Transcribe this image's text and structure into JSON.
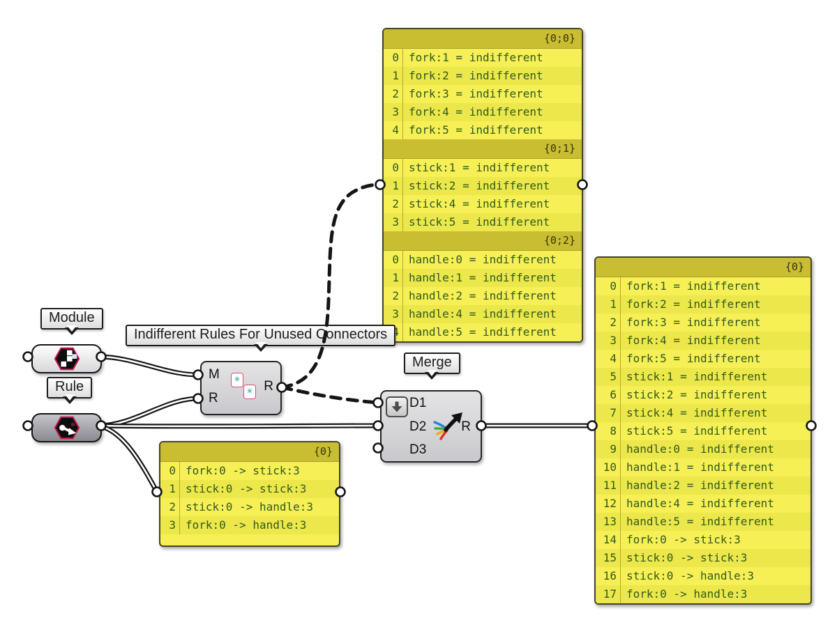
{
  "tooltips": {
    "module": "Module",
    "rule": "Rule",
    "merge": "Merge",
    "indifferent_rules": "Indifferent Rules For Unused Connectors"
  },
  "ports": {
    "indifferent_rules": {
      "inputs": [
        "M",
        "R"
      ],
      "output": "R"
    },
    "merge": {
      "inputs": [
        "D1",
        "D2",
        "D3"
      ],
      "output": "R"
    }
  },
  "icons": {
    "module": "module-hexagon-icon",
    "rule": "rule-hexagon-icon",
    "indifferent_rules": "wassily-rule-icons",
    "merge": "merge-streams-icon",
    "principal": "principal-down-arrow-icon",
    "mini_glyph": "✳"
  },
  "panels": {
    "top": {
      "sections": [
        {
          "path": "{0;0}",
          "rows": [
            "fork:1 = indifferent",
            "fork:2 = indifferent",
            "fork:3 = indifferent",
            "fork:4 = indifferent",
            "fork:5 = indifferent"
          ]
        },
        {
          "path": "{0;1}",
          "rows": [
            "stick:1 = indifferent",
            "stick:2 = indifferent",
            "stick:4 = indifferent",
            "stick:5 = indifferent"
          ]
        },
        {
          "path": "{0;2}",
          "rows": [
            "handle:0 = indifferent",
            "handle:1 = indifferent",
            "handle:2 = indifferent",
            "handle:4 = indifferent",
            "handle:5 = indifferent"
          ]
        }
      ]
    },
    "right": {
      "path": "{0}",
      "rows": [
        "fork:1 = indifferent",
        "fork:2 = indifferent",
        "fork:3 = indifferent",
        "fork:4 = indifferent",
        "fork:5 = indifferent",
        "stick:1 = indifferent",
        "stick:2 = indifferent",
        "stick:4 = indifferent",
        "stick:5 = indifferent",
        "handle:0 = indifferent",
        "handle:1 = indifferent",
        "handle:2 = indifferent",
        "handle:4 = indifferent",
        "handle:5 = indifferent",
        "fork:0 -> stick:3",
        "stick:0 -> stick:3",
        "stick:0 -> handle:3",
        "fork:0 -> handle:3"
      ]
    },
    "rules": {
      "path": "{0}",
      "rows": [
        "fork:0 -> stick:3",
        "stick:0 -> stick:3",
        "stick:0 -> handle:3",
        "fork:0 -> handle:3"
      ]
    }
  },
  "colors": {
    "panel_yellow": "#f6ef55",
    "panel_alt_row": "#ece74b",
    "panel_header": "#c9bd32",
    "panel_text": "#2f5a1e",
    "wire": "#151515",
    "hex_glow": "#c2164e"
  }
}
